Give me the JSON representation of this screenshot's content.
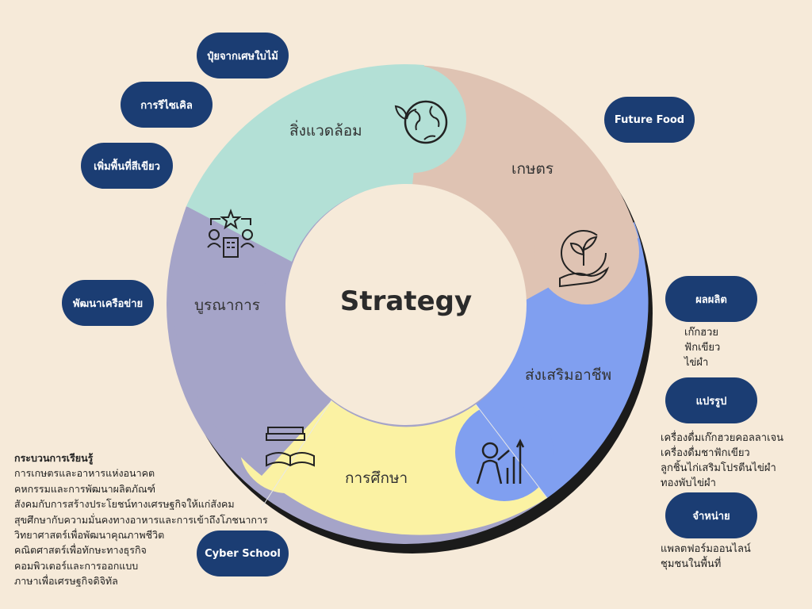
{
  "center": {
    "title": "Strategy"
  },
  "segments": {
    "environment": {
      "label": "สิ่งแวดล้อม",
      "color": "#b3e0d6"
    },
    "agriculture": {
      "label": "เกษตร",
      "color": "#dfc3b3"
    },
    "career": {
      "label": "ส่งเสริมอาชีพ",
      "color": "#809ff0"
    },
    "education": {
      "label": "การศึกษา",
      "color": "#fbf2a3"
    },
    "integration": {
      "label": "บูรณาการ",
      "color": "#a5a4c8"
    }
  },
  "pills": {
    "fertilizer": "ปุ๋ยจากเศษใบไม้",
    "recycle": "การรีไซเคิล",
    "green_area": "เพิ่มพื้นที่สีเขียว",
    "future_food": "Future Food",
    "network": "พัฒนาเครือข่าย",
    "product": "ผลผลิต",
    "process": "แปรรูป",
    "distribute": "จำหน่าย",
    "cyber_school": "Cyber School"
  },
  "product_items": [
    "เก๊กฮวย",
    "ฟักเขียว",
    "ไข่ผำ"
  ],
  "process_items": [
    "เครื่องดื่มเก๊กฮวยคอลลาเจน",
    "เครื่องดื่มชาฟักเขียว",
    "ลูกชิ้นไก่เสริมโปรตีนไข่ผำ",
    "ทองพับไข่ผำ"
  ],
  "distribute_items": [
    "แพลตฟอร์มออนไลน์",
    "ชุมชนในพื้นที่"
  ],
  "learning": {
    "heading": "กระบวนการเรียนรู้",
    "items": [
      "การเกษตรและอาหารแห่งอนาคต",
      "คหกรรมและการพัฒนาผลิตภัณฑ์",
      "สังคมกับการสร้างประโยชน์ทางเศรษฐกิจให้แก่สังคม",
      "สุขศึกษากับความมั่นคงทางอาหารและการเข้าถึงโภชนาการ",
      "วิทยาศาสตร์เพื่อพัฒนาคุณภาพชีวิต",
      "คณิตศาสตร์เพื่อทักษะทางธุรกิจ",
      "คอมพิวเตอร์และการออกแบบ",
      "ภาษาเพื่อเศรษฐกิจดิจิทัล"
    ]
  }
}
